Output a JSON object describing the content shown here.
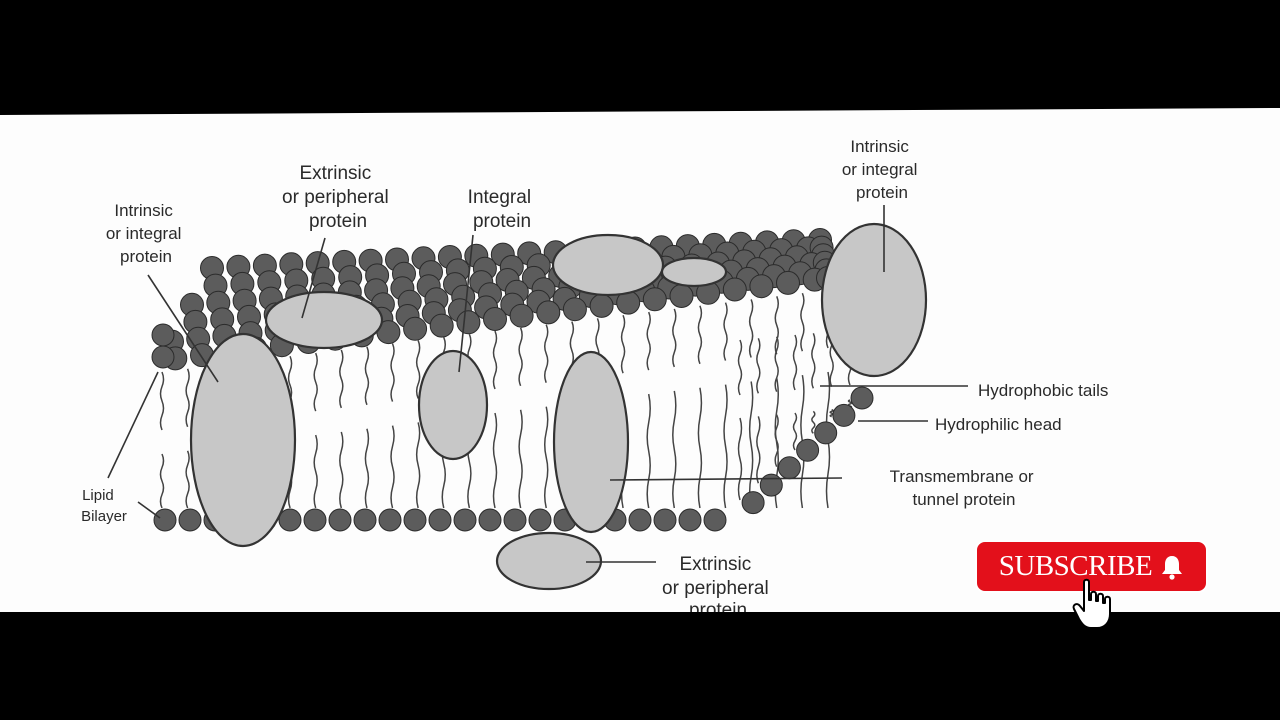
{
  "diagram": {
    "labels": {
      "intrinsic_left": [
        "Intrinsic",
        "or integral",
        "protein"
      ],
      "extrinsic_top": [
        "Extrinsic",
        "or peripheral",
        "protein"
      ],
      "integral_protein": [
        "Integral",
        "protein"
      ],
      "intrinsic_right": [
        "Intrinsic",
        "or integral",
        "protein"
      ],
      "hydrophobic_tails": "Hydrophobic tails",
      "hydrophilic_head": "Hydrophilic head",
      "transmembrane": [
        "Transmembrane or",
        "tunnel protein"
      ],
      "extrinsic_bottom": [
        "Extrinsic",
        "or peripheral",
        "protein"
      ],
      "lipid_bilayer": [
        "Lipid",
        "Bilayer"
      ]
    }
  },
  "overlay": {
    "subscribe_label": "SUBSCRIBE",
    "button_color": "#e3101b",
    "bell_icon": "bell-icon",
    "cursor_icon": "hand-pointer-icon"
  }
}
